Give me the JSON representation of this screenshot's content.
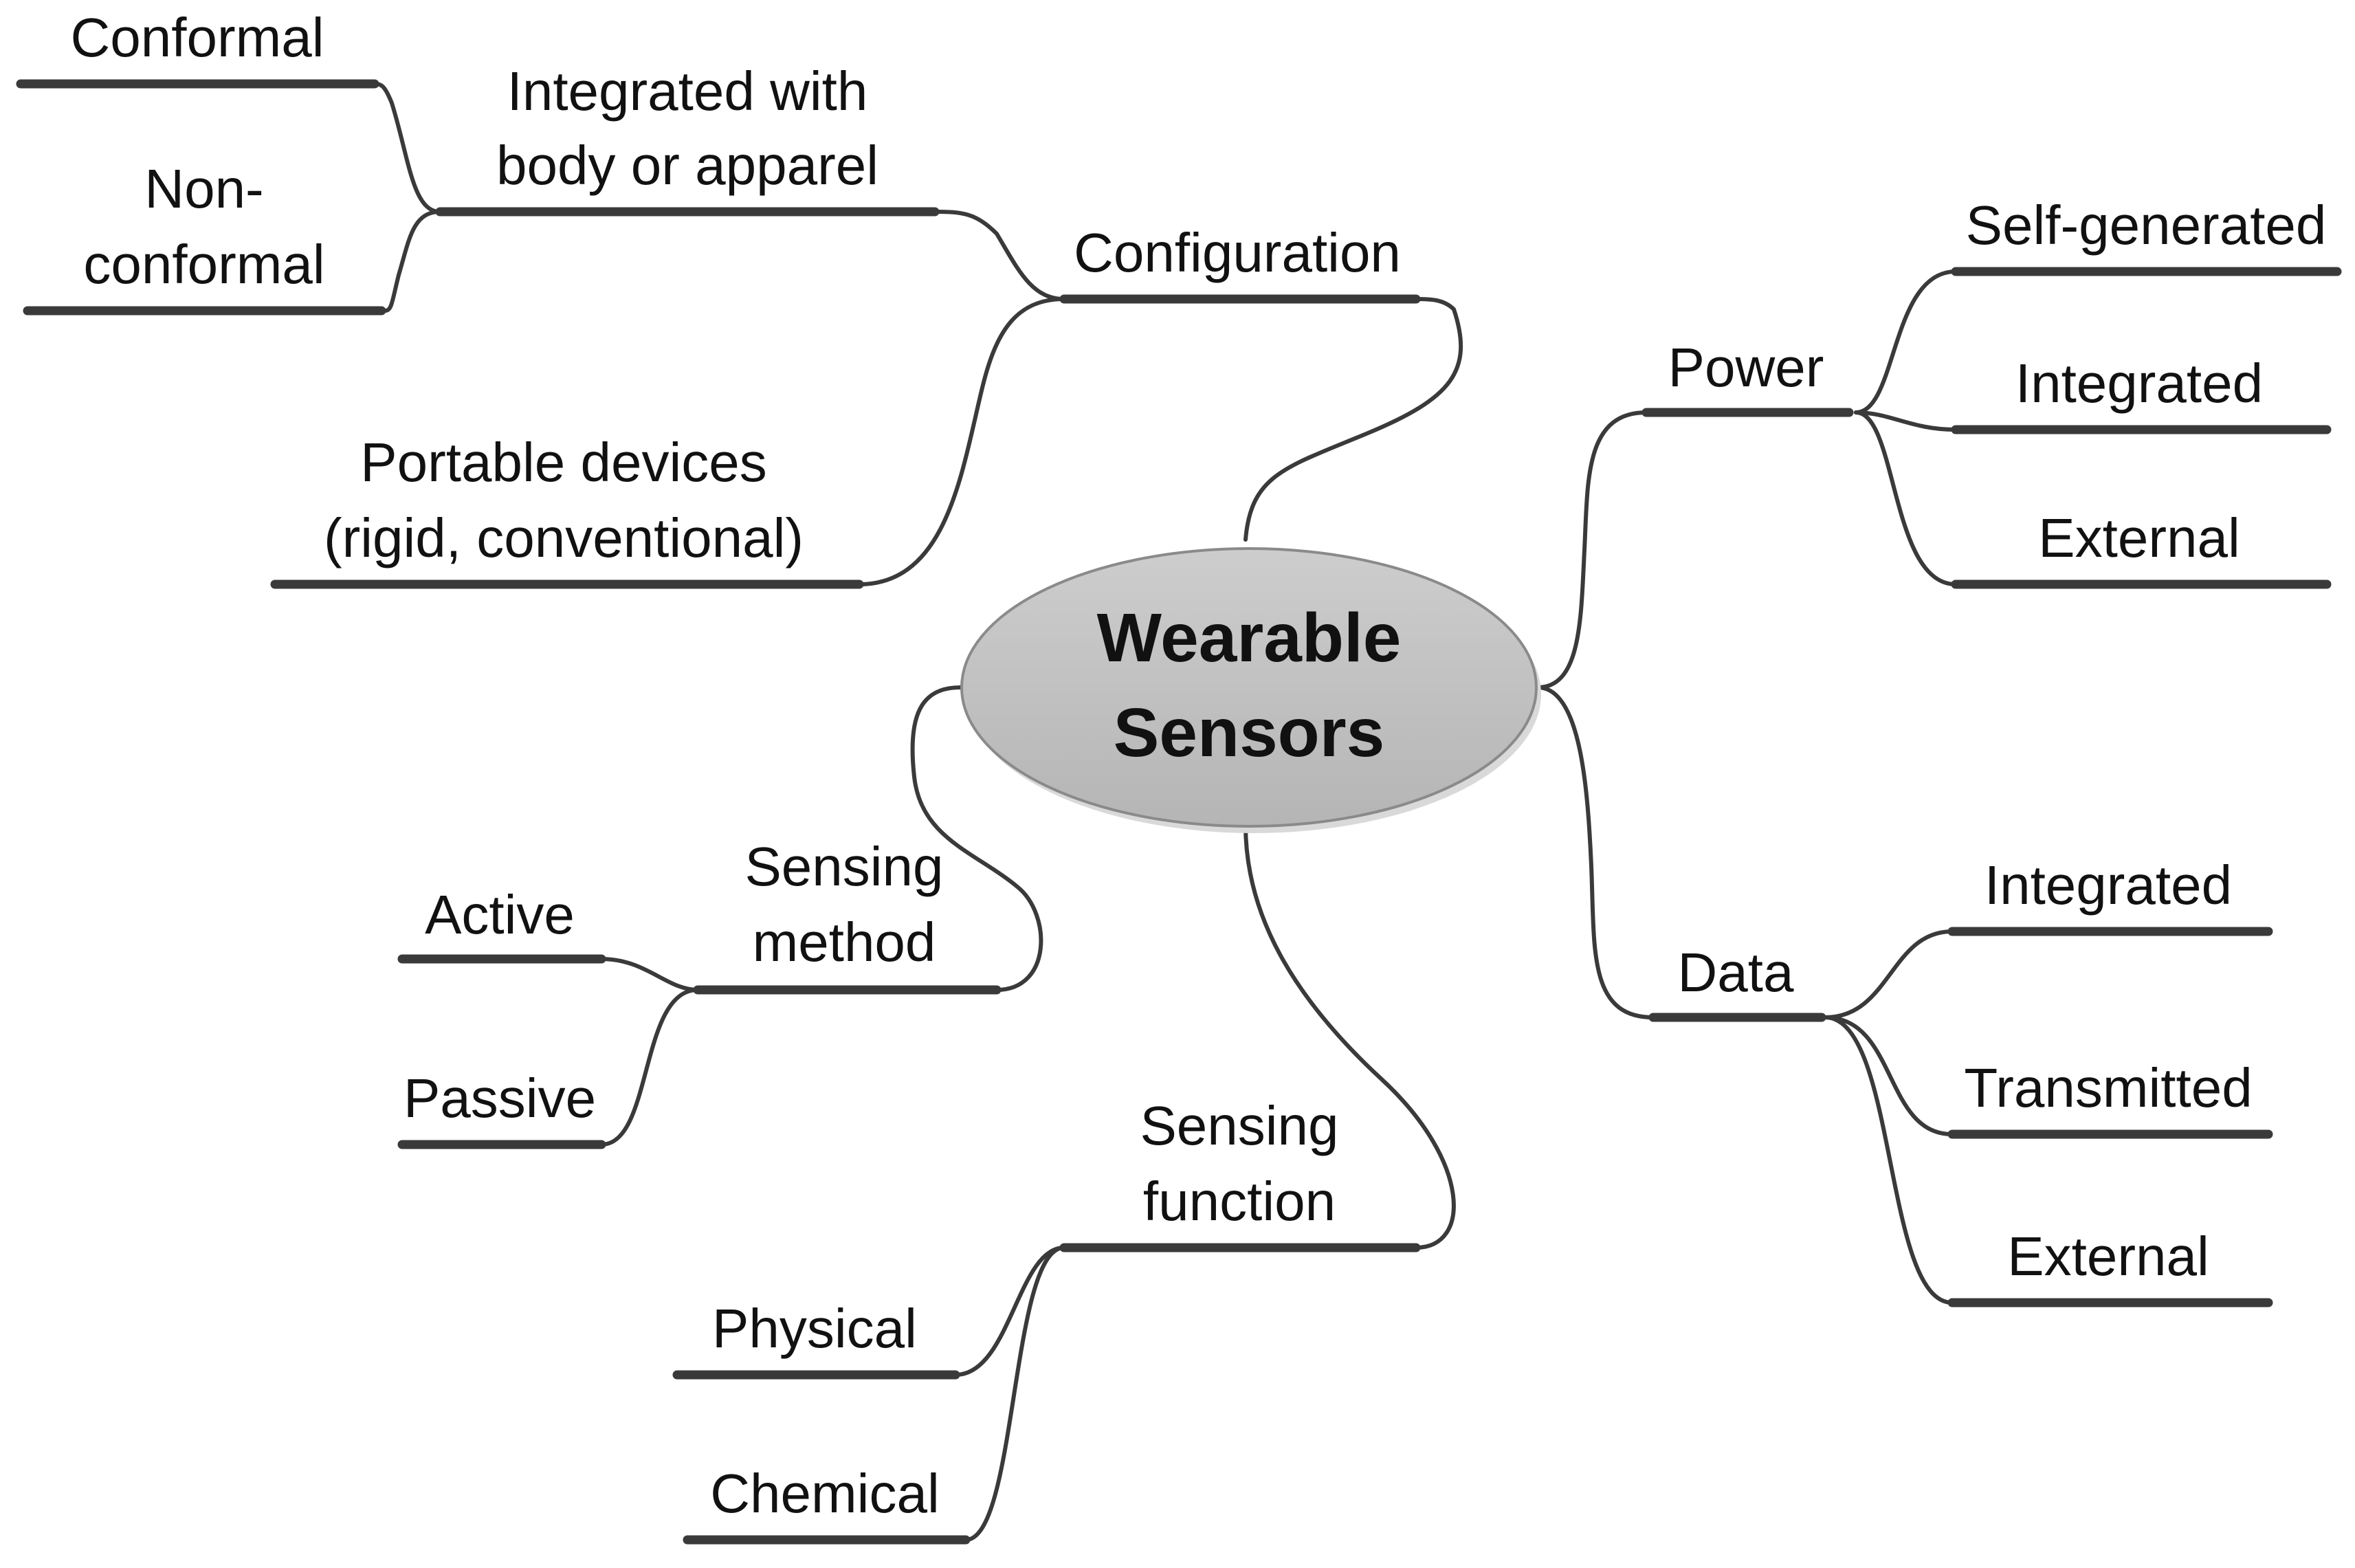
{
  "root": {
    "label_line1": "Wearable",
    "label_line2": "Sensors",
    "fill": "#c4c4c4"
  },
  "branches": {
    "configuration": {
      "label": "Configuration",
      "integrated": {
        "line1": "Integrated with",
        "line2": "body or apparel",
        "conformal": "Conformal",
        "nonconformal_line1": "Non-",
        "nonconformal_line2": "conformal"
      },
      "portable": {
        "line1": "Portable devices",
        "line2": "(rigid, conventional)"
      }
    },
    "power": {
      "label": "Power",
      "children": [
        "Self-generated",
        "Integrated",
        "External"
      ]
    },
    "data": {
      "label": "Data",
      "children": [
        "Integrated",
        "Transmitted",
        "External"
      ]
    },
    "sensing_method": {
      "line1": "Sensing",
      "line2": "method",
      "children": [
        "Active",
        "Passive"
      ]
    },
    "sensing_function": {
      "line1": "Sensing",
      "line2": "function",
      "children": [
        "Physical",
        "Chemical"
      ]
    }
  }
}
